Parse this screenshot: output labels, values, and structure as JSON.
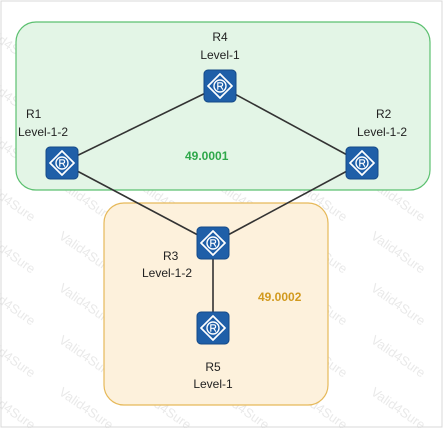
{
  "watermark": "Valid4Sure",
  "areas": [
    {
      "id": "area-1",
      "label": "49.0001",
      "fill": "#e3f5e6",
      "stroke": "#5cc070",
      "text_color": "#2ea84a"
    },
    {
      "id": "area-2",
      "label": "49.0002",
      "fill": "#fdf1dc",
      "stroke": "#e6b95a",
      "text_color": "#d29a1e"
    }
  ],
  "routers": [
    {
      "id": "R4",
      "name": "R4",
      "level": "Level-1"
    },
    {
      "id": "R1",
      "name": "R1",
      "level": "Level-1-2"
    },
    {
      "id": "R2",
      "name": "R2",
      "level": "Level-1-2"
    },
    {
      "id": "R3",
      "name": "R3",
      "level": "Level-1-2"
    },
    {
      "id": "R5",
      "name": "R5",
      "level": "Level-1"
    }
  ],
  "links": [
    {
      "from": "R4",
      "to": "R1"
    },
    {
      "from": "R4",
      "to": "R2"
    },
    {
      "from": "R1",
      "to": "R3"
    },
    {
      "from": "R2",
      "to": "R3"
    },
    {
      "from": "R3",
      "to": "R5"
    }
  ],
  "colors": {
    "router_fill": "#1f5fa8",
    "router_border": "#154a87",
    "link": "#333333",
    "frame": "#d8d8d8"
  }
}
